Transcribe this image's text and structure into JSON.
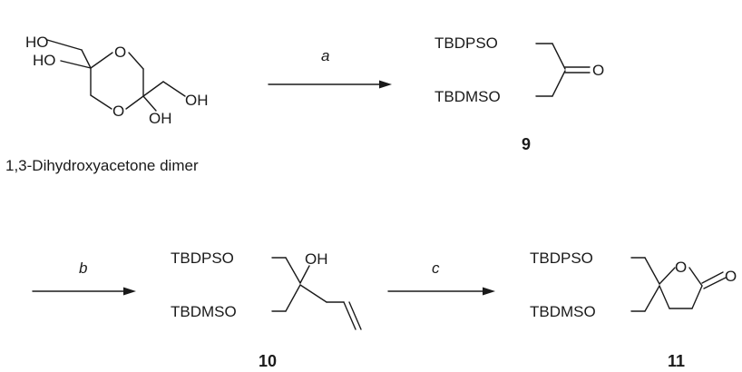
{
  "starting_material": {
    "caption": "1,3-Dihydroxyacetone dimer",
    "atoms": {
      "ho_top": "HO",
      "ho_left": "HO",
      "o_ring_top": "O",
      "o_ring_bottom": "O",
      "oh_ring": "OH",
      "oh_chain": "OH"
    }
  },
  "steps": [
    {
      "reagent": "a"
    },
    {
      "reagent": "b"
    },
    {
      "reagent": "c"
    }
  ],
  "compounds": [
    {
      "number": "9",
      "groups": {
        "top": "TBDPSO",
        "bottom": "TBDMSO",
        "carbonyl_o": "O"
      }
    },
    {
      "number": "10",
      "groups": {
        "top": "TBDPSO",
        "bottom": "TBDMSO",
        "hydroxyl": "OH"
      }
    },
    {
      "number": "11",
      "groups": {
        "top": "TBDPSO",
        "bottom": "TBDMSO",
        "ring_o": "O",
        "carbonyl_o": "O"
      }
    }
  ]
}
